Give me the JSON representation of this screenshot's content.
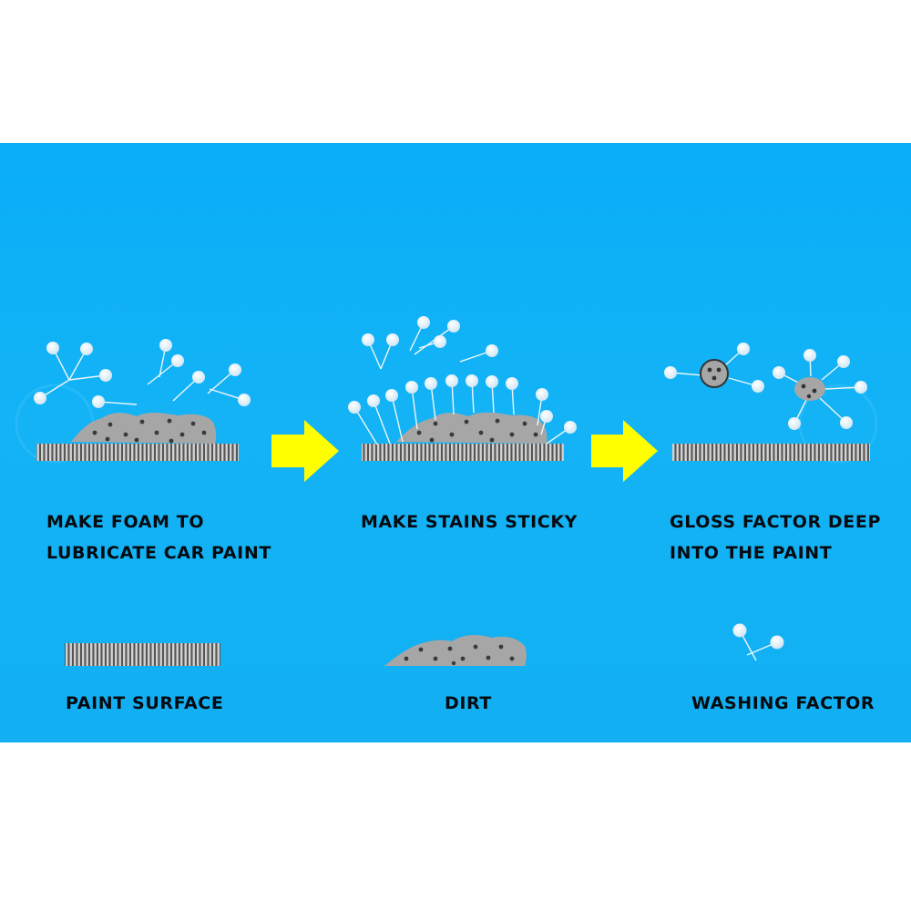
{
  "colors": {
    "background": "#12b0f2",
    "arrow": "#ffff00",
    "dirt": "#a6a6a6",
    "dirt_dots": "#3a3a3a",
    "bubble": "#e8f3fa",
    "stripe_light": "#d2d2d2",
    "stripe_dark": "#555555",
    "text": "#050a10"
  },
  "steps": [
    {
      "caption_line1": "MAKE FOAM TO",
      "caption_line2": "LUBRICATE CAR PAINT"
    },
    {
      "caption_line1": "MAKE STAINS STICKY",
      "caption_line2": ""
    },
    {
      "caption_line1": "GLOSS FACTOR DEEP",
      "caption_line2": "INTO THE PAINT"
    }
  ],
  "legend": {
    "paint_surface": "PAINT SURFACE",
    "dirt": "DIRT",
    "washing_factor": "WASHING FACTOR"
  },
  "icons": [
    "arrow-right-icon",
    "washing-factor-icon",
    "dirt-icon",
    "paint-surface-icon"
  ]
}
